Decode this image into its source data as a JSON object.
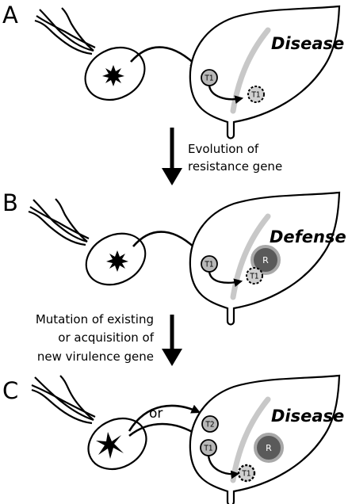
{
  "panels": {
    "a": {
      "letter": "A",
      "outcome": "Disease",
      "effector": "T1",
      "target": "T1"
    },
    "b": {
      "letter": "B",
      "outcome": "Defense",
      "effector": "T1",
      "target": "T1",
      "receptor": "R"
    },
    "c": {
      "letter": "C",
      "outcome": "Disease",
      "or_label": "or",
      "effector_new": "T2",
      "effector": "T1",
      "target": "T1",
      "receptor": "R"
    }
  },
  "transitions": {
    "a_to_b": [
      "Evolution of",
      "resistance gene"
    ],
    "b_to_c": [
      "Mutation of existing",
      "or acquisition of",
      "new virulence gene"
    ]
  },
  "colors": {
    "stroke": "#000000",
    "vein": "#c8c8c8",
    "effector_fill": "#b8b8b8",
    "receptor_fill": "#5a5a5a",
    "receptor_ring": "#a8a8a8",
    "target_fill": "#d0d0d0"
  }
}
